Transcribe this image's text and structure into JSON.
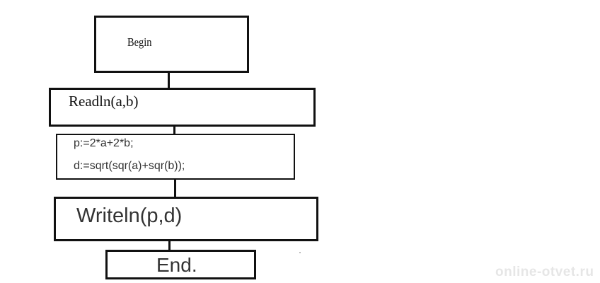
{
  "flowchart": {
    "begin": "Begin",
    "read": "Readln(a,b)",
    "calc_line1": "p:=2*a+2*b;",
    "calc_line2": "d:=sqrt(sqr(a)+sqr(b));",
    "write": "Writeln(p,d)",
    "end": "End."
  },
  "watermark": "online-otvet.ru"
}
